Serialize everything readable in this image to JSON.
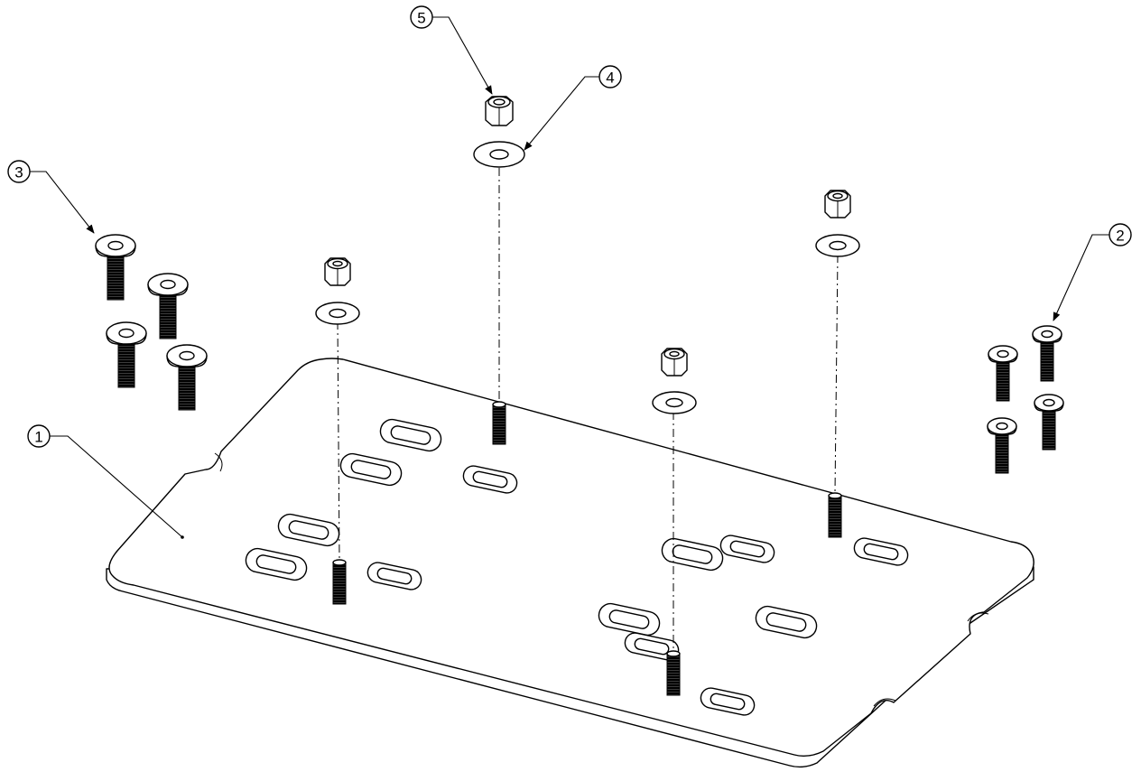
{
  "diagram": {
    "balloons": [
      {
        "id": "balloon-1",
        "label": "1"
      },
      {
        "id": "balloon-2",
        "label": "2"
      },
      {
        "id": "balloon-3",
        "label": "3"
      },
      {
        "id": "balloon-4",
        "label": "4"
      },
      {
        "id": "balloon-5",
        "label": "5"
      }
    ],
    "colors": {
      "line": "#000000",
      "background": "#ffffff"
    }
  }
}
